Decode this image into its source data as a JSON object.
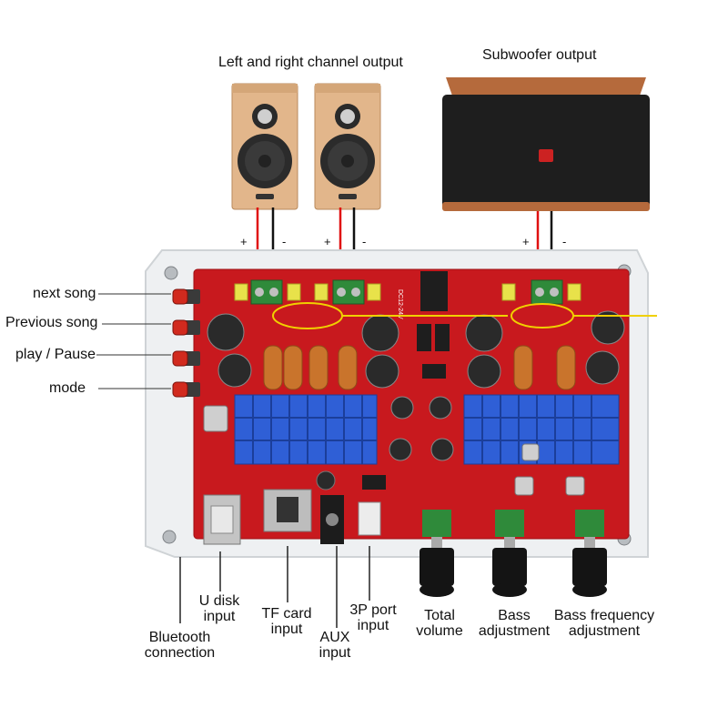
{
  "labels": {
    "left_right_output": "Left and right channel output",
    "subwoofer_output": "Subwoofer output",
    "next_song": "next song",
    "previous_song": "Previous song",
    "play_pause": "play / Pause",
    "mode": "mode",
    "bluetooth": [
      "Bluetooth",
      "connection"
    ],
    "u_disk": [
      "U disk",
      "input"
    ],
    "tf_card": [
      "TF card",
      "input"
    ],
    "aux": [
      "AUX",
      "input"
    ],
    "port_3p": [
      "3P port",
      "input"
    ],
    "total_volume": [
      "Total",
      "volume"
    ],
    "bass": [
      "Bass",
      "adjustment"
    ],
    "bass_freq": [
      "Bass frequency",
      "adjustment"
    ]
  },
  "polarity": {
    "plus": "+",
    "minus": "-"
  },
  "board_marks": {
    "power": "DC12-24V"
  },
  "colors": {
    "board": "#c8191e",
    "heatsink": "#2f5fd6",
    "terminal": "#2f8a3a",
    "wire_red": "#e01010",
    "wire_black": "#111111",
    "highlight": "#f0d000",
    "speaker_wood": "#e0b48a",
    "subwoofer_body": "#222222",
    "subwoofer_trim": "#b86a3a"
  }
}
